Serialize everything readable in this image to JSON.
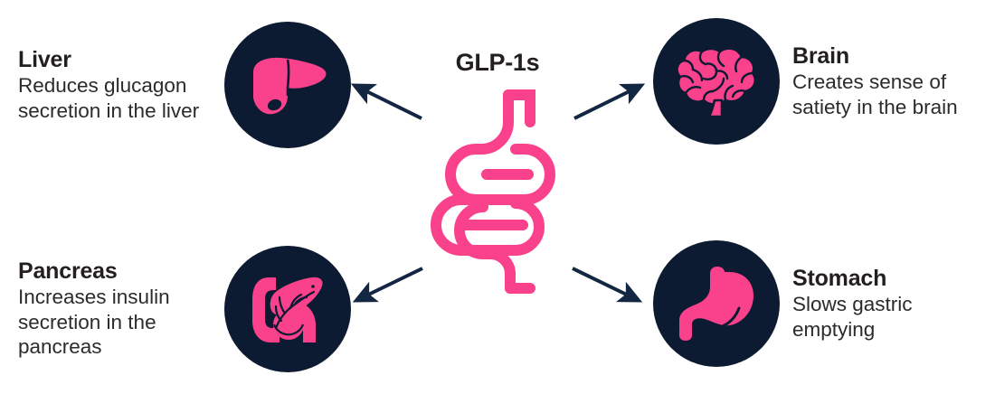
{
  "graphic": {
    "type": "radial-infographic",
    "background_color": "#ffffff",
    "accent_pink": "#f9418c",
    "circle_navy": "#0c1b32",
    "text_color": "#231f20",
    "arrow_color": "#132642"
  },
  "center": {
    "title": "GLP-1s",
    "icon": "intestine-icon"
  },
  "nodes": [
    {
      "id": "liver",
      "title": "Liver",
      "description": "Reduces glucagon secretion in the liver",
      "icon": "liver-icon",
      "side": "left"
    },
    {
      "id": "brain",
      "title": "Brain",
      "description": "Creates sense of satiety in the brain",
      "icon": "brain-icon",
      "side": "right"
    },
    {
      "id": "pancreas",
      "title": "Pancreas",
      "description": "Increases insulin secretion in the pancreas",
      "icon": "pancreas-icon",
      "side": "left"
    },
    {
      "id": "stomach",
      "title": "Stomach",
      "description": "Slows gastric emptying",
      "icon": "stomach-icon",
      "side": "right"
    }
  ],
  "arrows": [
    {
      "id": "arrow-to-liver",
      "direction": "up-left",
      "target": "liver"
    },
    {
      "id": "arrow-to-brain",
      "direction": "up-right",
      "target": "brain"
    },
    {
      "id": "arrow-to-pancreas",
      "direction": "down-left",
      "target": "pancreas"
    },
    {
      "id": "arrow-to-stomach",
      "direction": "down-right",
      "target": "stomach"
    }
  ]
}
